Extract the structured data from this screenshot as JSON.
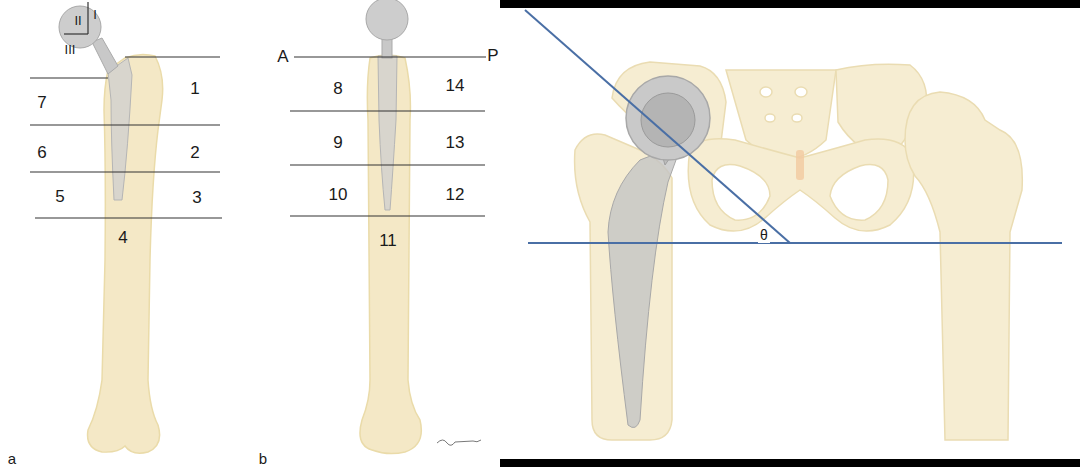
{
  "diagram": {
    "labels": [
      "II",
      "I",
      "III",
      "1",
      "7",
      "2",
      "6",
      "3",
      "5",
      "4",
      "A",
      "P",
      "8",
      "14",
      "9",
      "13",
      "10",
      "12",
      "11",
      "θ",
      "a",
      "b"
    ]
  }
}
